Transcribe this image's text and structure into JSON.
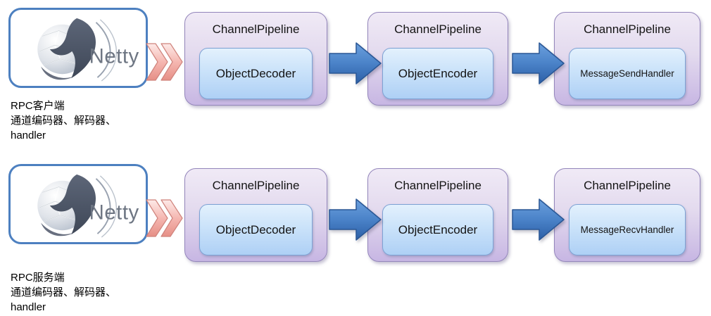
{
  "rows": [
    {
      "logo_text": "Netty",
      "caption_lines": [
        "RPC客户端",
        "通道编码器、解码器、",
        "handler"
      ],
      "pipelines": [
        {
          "title": "ChannelPipeline",
          "handler": "ObjectDecoder"
        },
        {
          "title": "ChannelPipeline",
          "handler": "ObjectEncoder"
        },
        {
          "title": "ChannelPipeline",
          "handler": "MessageSendHandler"
        }
      ]
    },
    {
      "logo_text": "Netty",
      "caption_lines": [
        "RPC服务端",
        "通道编码器、解码器、",
        "handler"
      ],
      "pipelines": [
        {
          "title": "ChannelPipeline",
          "handler": "ObjectDecoder"
        },
        {
          "title": "ChannelPipeline",
          "handler": "ObjectEncoder"
        },
        {
          "title": "ChannelPipeline",
          "handler": "MessageRecvHandler"
        }
      ]
    }
  ],
  "colors": {
    "netty_border": "#4d80c0",
    "pipeline_border": "#9486bb",
    "pipeline_fill_top": "#f0eaf6",
    "pipeline_fill_bottom": "#c7b6e3",
    "handler_border": "#7da2d4",
    "handler_fill_top": "#e3f1fd",
    "handler_fill_bottom": "#aed0f5",
    "arrow_blue": "#3a6fb5",
    "chevron_pink": "#ee9b92",
    "text": "#141414",
    "netty_text": "#6e7683"
  }
}
